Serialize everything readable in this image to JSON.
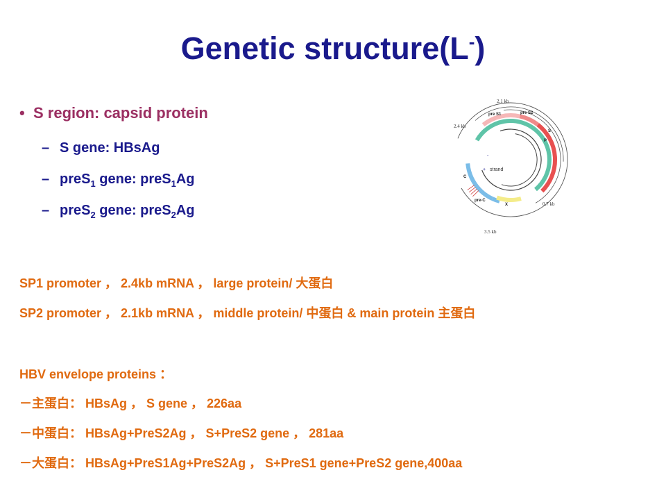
{
  "title": {
    "main": "Genetic structure(L",
    "sup": "-",
    "close": ")"
  },
  "bullets": {
    "marker": "•",
    "main": "S region: capsid protein",
    "dash": "–",
    "s_gene": "S gene: HBsAg",
    "pres1": {
      "a": "preS",
      "sub1": "1",
      "b": " gene: preS",
      "sub2": "1",
      "c": "Ag"
    },
    "pres2": {
      "a": "preS",
      "sub1": "2",
      "b": " gene: preS",
      "sub2": "2",
      "c": "Ag"
    }
  },
  "notes": {
    "sp1": "SP1 promoter ， 2.4kb mRNA ， large protein/ 大蛋白",
    "sp2": "SP2 promoter ， 2.1kb mRNA ， middle protein/ 中蛋白 & main protein 主蛋白",
    "header": "HBV envelope proteins ：",
    "line1": "－主蛋白： HBsAg ， S gene ， 226aa",
    "line2": "－中蛋白： HBsAg+PreS2Ag ， S+PreS2 gene ， 281aa",
    "line3": "－大蛋白： HBsAg+PreS1Ag+PreS2Ag ， S+PreS1 gene+PreS2 gene,400aa"
  },
  "diagram": {
    "labels": {
      "kb21": "2.1 kb",
      "kb24": "2.4 kb",
      "kb07": "0.7 kb",
      "kb35": "3.5 kb",
      "pres1": "pre S1",
      "pres2": "pre S2",
      "s": "S",
      "p": "P",
      "c": "C",
      "prec": "pre-C",
      "x": "X",
      "minus": "-",
      "plus": "+",
      "strand": "strand"
    },
    "colors": {
      "pres1": "#f6b8b8",
      "pres2": "#f08a8a",
      "s": "#e85050",
      "p": "#5fc4a8",
      "c": "#7bbde8",
      "x": "#f4ec8a",
      "line": "#555555"
    }
  }
}
